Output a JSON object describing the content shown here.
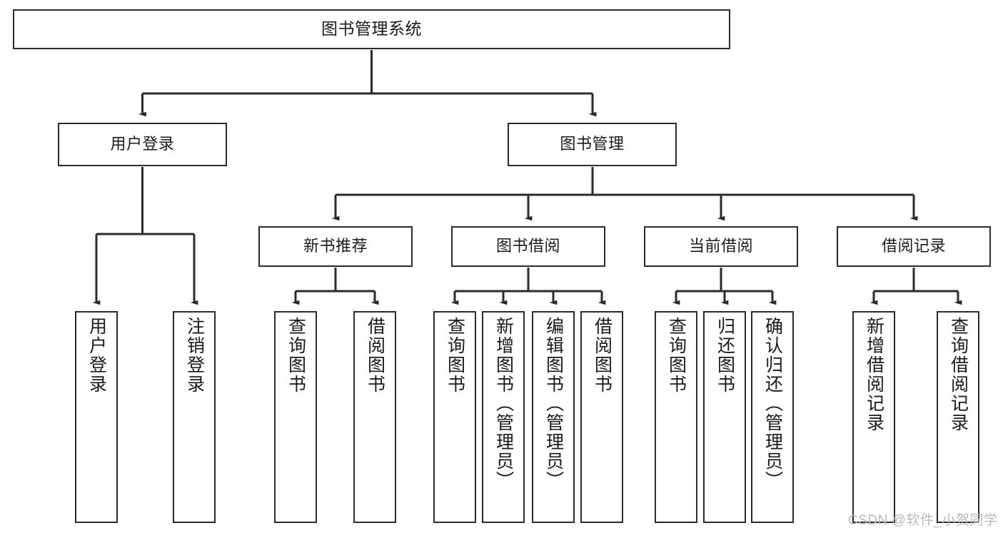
{
  "diagram": {
    "type": "tree-hierarchy",
    "title": "图书管理系统",
    "orientation": "top-down",
    "colors": {
      "box_border": "#2b2b2b",
      "box_fill": "#ffffff",
      "edge": "#2b2b2b",
      "text": "#1a1a1a",
      "watermark": "#b9b9b9",
      "background": "#ffffff"
    }
  },
  "nodes": {
    "root": {
      "label": "图书管理系统"
    },
    "level2": [
      {
        "label": "用户登录"
      },
      {
        "label": "图书管理"
      }
    ],
    "level3": [
      {
        "label": "新书推荐"
      },
      {
        "label": "图书借阅"
      },
      {
        "label": "当前借阅"
      },
      {
        "label": "借阅记录"
      }
    ],
    "leaves": {
      "user_login": [
        {
          "label": "用户登录"
        },
        {
          "label": "注销登录"
        }
      ],
      "new_book": [
        {
          "label": "查询图书"
        },
        {
          "label": "借阅图书"
        }
      ],
      "book_borrow": [
        {
          "label": "查询图书"
        },
        {
          "label": "新增图书（管理员）"
        },
        {
          "label": "编辑图书（管理员）"
        },
        {
          "label": "借阅图书"
        }
      ],
      "current_borrow": [
        {
          "label": "查询图书"
        },
        {
          "label": "归还图书"
        },
        {
          "label": "确认归还（管理员）"
        }
      ],
      "borrow_record": [
        {
          "label": "新增借阅记录"
        },
        {
          "label": "查询借阅记录"
        }
      ]
    }
  },
  "watermark": {
    "text": "CSDN @软件_小贺同学"
  }
}
